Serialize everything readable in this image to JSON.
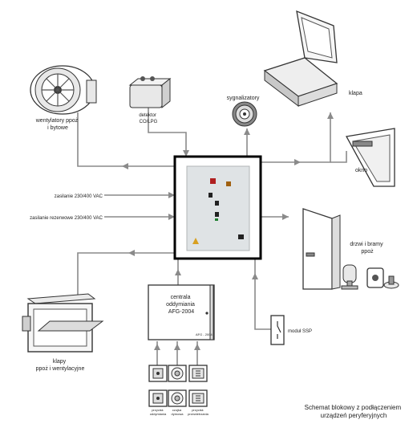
{
  "labels": {
    "fans": [
      "wentylatory ppoż",
      "i bytowe"
    ],
    "detector": [
      "detektor",
      "CO/LPG"
    ],
    "signalers": "sygnalizatory",
    "hatch": "klapa",
    "window": "okno",
    "supply_main": "zasilanie 230/400 VAC",
    "supply_backup": "zasilanie rezerwowe 230/400 VAC",
    "doors": [
      "drzwi i bramy",
      "ppoż"
    ],
    "dampers": [
      "klapy",
      "ppoż i wentylacyjne"
    ],
    "central": [
      "centrala",
      "oddymiania",
      "AFG-2004"
    ],
    "central_small": "AFG - 2004",
    "ssp": "moduł SSP",
    "btn_smoke": [
      "przycisk",
      "oddymiania"
    ],
    "btn_wind": [
      "czujka",
      "dymowa"
    ],
    "btn_vent": [
      "przycisk",
      "przewietrzania"
    ],
    "caption": [
      "Schemat blokowy z podłączeniem",
      "urządzeń peryferyjnych"
    ]
  },
  "colors": {
    "line": "#8a8a8a",
    "panel_bg": "#dfe3e5",
    "border": "#000000"
  }
}
